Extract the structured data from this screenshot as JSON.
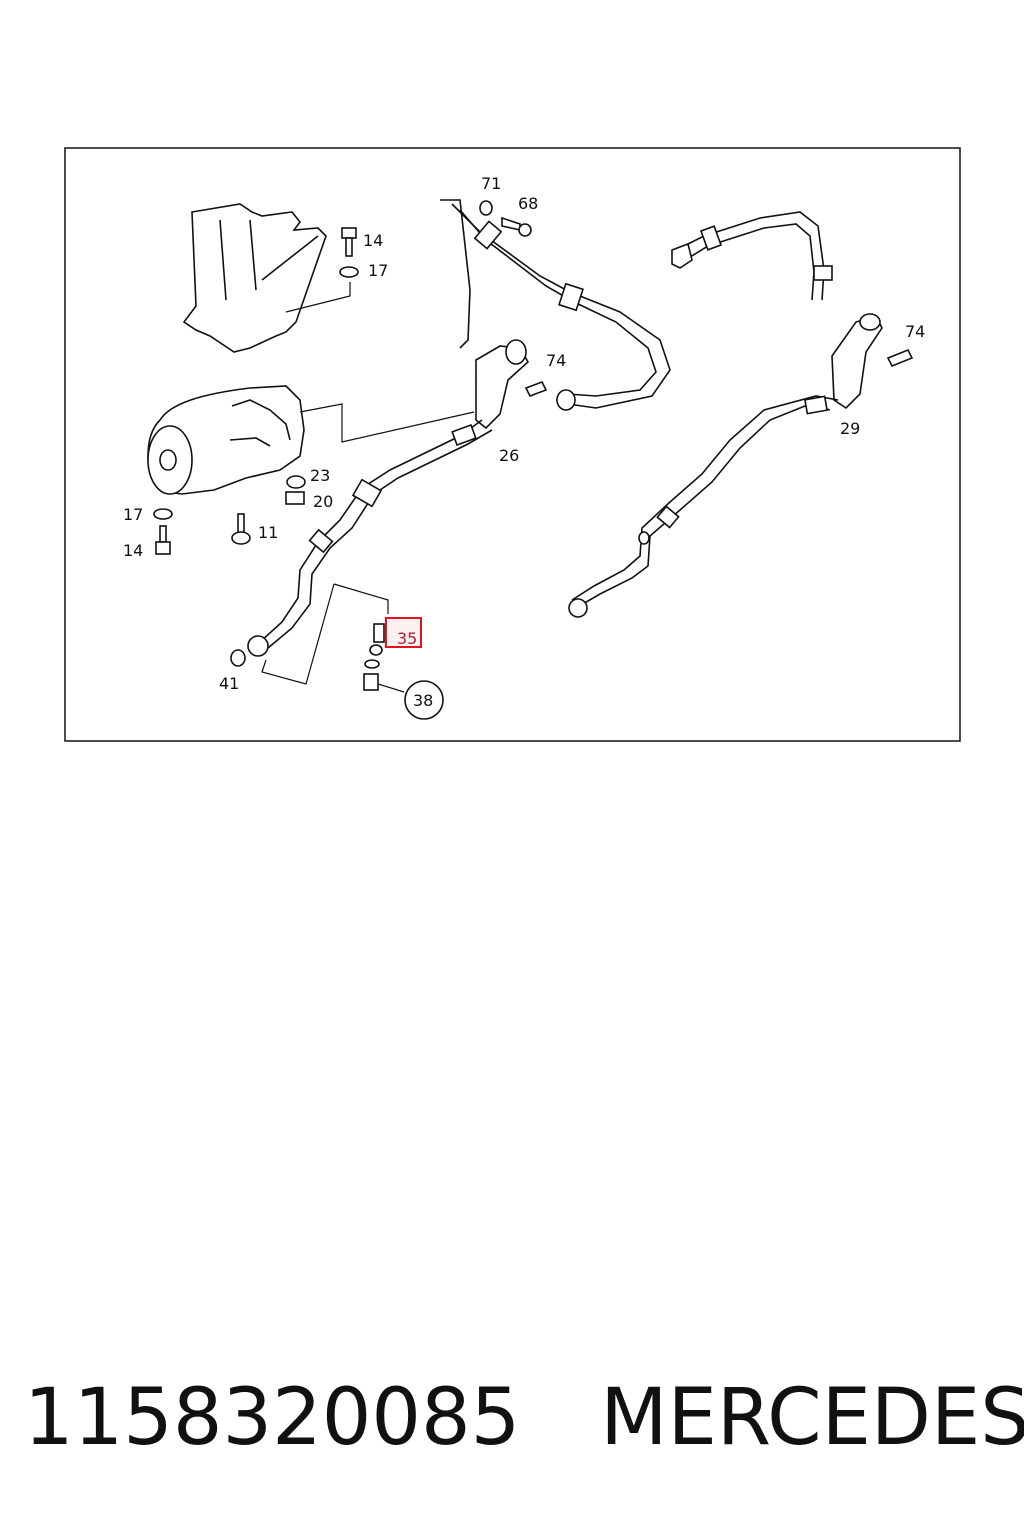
{
  "diagram": {
    "labels": [
      "71",
      "68",
      "14",
      "17",
      "74",
      "74",
      "26",
      "29",
      "23",
      "20",
      "17",
      "11",
      "14",
      "35",
      "41",
      "38"
    ],
    "highlighted_label": "35",
    "highlight_color": "#e0141e",
    "line_color": "#111111"
  },
  "caption": {
    "part_number": "1158320085",
    "brand": "MERCEDES"
  }
}
